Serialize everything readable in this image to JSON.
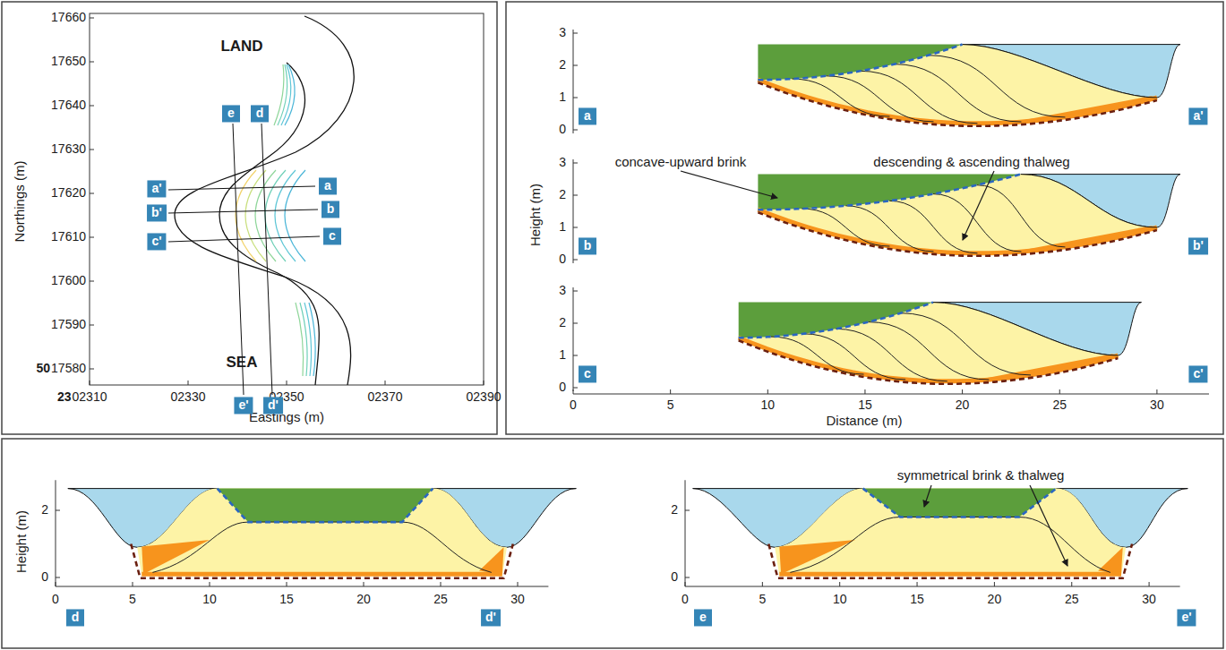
{
  "diagram": {
    "nodes": [
      {
        "text": [
          "e"
        ]
      },
      {
        "text": [
          "d"
        ]
      },
      {
        "text": [
          "a'"
        ]
      },
      {
        "text": [
          "a"
        ]
      },
      {
        "text": [
          "b'"
        ]
      },
      {
        "text": [
          "b"
        ]
      },
      {
        "text": [
          "c'"
        ]
      },
      {
        "text": [
          "c"
        ]
      },
      {
        "text": [
          "e'"
        ]
      },
      {
        "text": [
          "d'"
        ]
      },
      {
        "text": [
          "a"
        ]
      },
      {
        "text": [
          "a'"
        ]
      },
      {
        "text": [
          "b"
        ]
      },
      {
        "text": [
          "b'"
        ]
      },
      {
        "text": [
          "c"
        ]
      },
      {
        "text": [
          "c'"
        ]
      },
      {
        "text": [
          "d"
        ]
      },
      {
        "text": [
          "d'"
        ]
      },
      {
        "text": [
          "e"
        ]
      },
      {
        "text": [
          "e'"
        ]
      }
    ],
    "edges": [],
    "labels": [
      "LAND",
      "SEA",
      "Northings (m)",
      "Eastings (m)",
      "17660",
      "17650",
      "17640",
      "17630",
      "17620",
      "17610",
      "17600",
      "17590",
      "17580",
      "50",
      "02310",
      "02330",
      "02350",
      "02370",
      "02390",
      "23",
      "Height (m)",
      "Distance (m)",
      "3",
      "2",
      "1",
      "0",
      "3",
      "2",
      "1",
      "0",
      "3",
      "2",
      "1",
      "0",
      "0",
      "5",
      "10",
      "15",
      "20",
      "25",
      "30",
      "concave-upward brink",
      "descending & ascending thalweg",
      "Height (m)",
      "2",
      "0",
      "0",
      "5",
      "10",
      "15",
      "20",
      "25",
      "30",
      "2",
      "0",
      "0",
      "5",
      "10",
      "15",
      "20",
      "25",
      "30",
      "symmetrical brink & thalweg"
    ]
  }
}
